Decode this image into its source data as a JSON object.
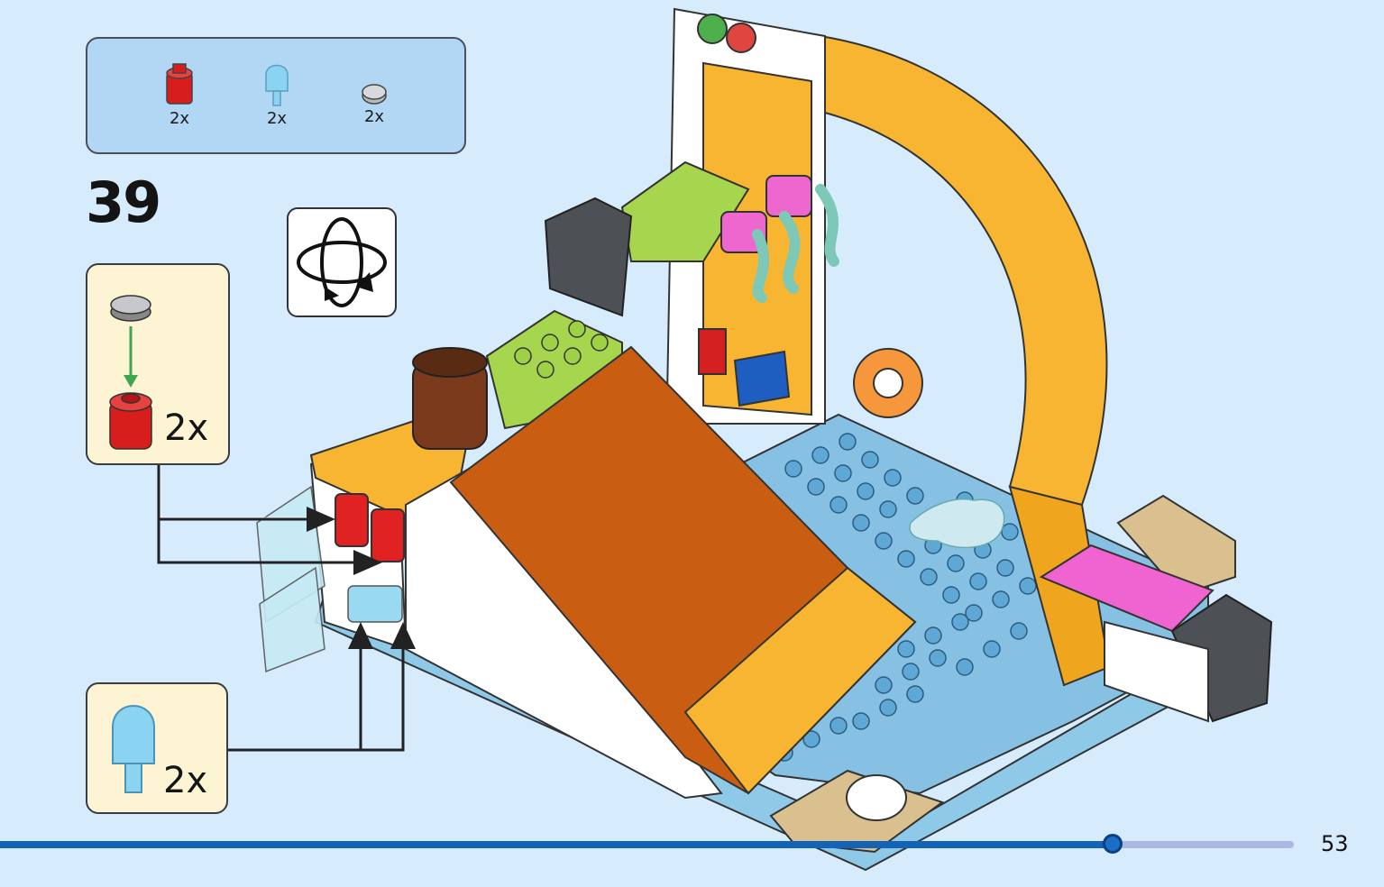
{
  "parts_list": [
    {
      "icon": "red-round-brick-icon",
      "qty": "2x"
    },
    {
      "icon": "trans-blue-ice-lolly-icon",
      "qty": "2x"
    },
    {
      "icon": "silver-round-tile-icon",
      "qty": "2x"
    }
  ],
  "step": {
    "number": "39"
  },
  "rotate": {
    "icon": "rotate-model-icon"
  },
  "callouts": [
    {
      "qty": "2x",
      "icon": "tile-on-red-brick-icon"
    },
    {
      "qty": "2x",
      "icon": "ice-lolly-icon"
    }
  ],
  "page": {
    "number": "53",
    "progress": 0.86
  },
  "colors": {
    "background": "#d6ebfb",
    "parts_box": "#b2d7f4",
    "callout": "#fdf4d3",
    "progress": "#1363b6"
  }
}
